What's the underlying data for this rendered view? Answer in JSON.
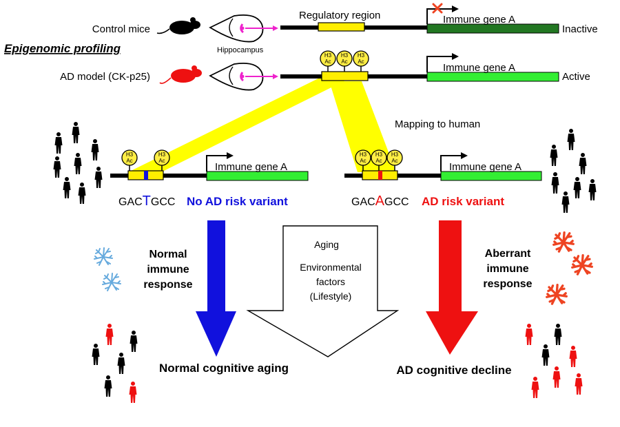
{
  "top": {
    "control_label": "Control mice",
    "section_title": "Epigenomic profiling",
    "ad_model_label": "AD model (CK-p25)",
    "hippocampus_label": "Hippocampus",
    "regulatory_label": "Regulatory region",
    "gene_label_control": "Immune gene A",
    "gene_label_ad": "Immune gene A",
    "status_inactive": "Inactive",
    "status_active": "Active",
    "mapping_label": "Mapping to human",
    "mark_line1": "H3",
    "mark_line2": "Ac"
  },
  "human": {
    "left_gene_label": "Immune gene A",
    "right_gene_label": "Immune gene A",
    "left_seq_prefix": "GAC",
    "left_seq_base": "T",
    "left_seq_suffix": "GCC",
    "right_seq_prefix": "GAC",
    "right_seq_base": "A",
    "right_seq_suffix": "GCC",
    "left_variant_label": "No AD risk variant",
    "right_variant_label": "AD risk variant"
  },
  "outcomes": {
    "normal_response_lines": [
      "Normal",
      "immune",
      "response"
    ],
    "aberrant_response_lines": [
      "Aberrant",
      "immune",
      "response"
    ],
    "middle_lines": [
      "Aging",
      "Environmental",
      "factors",
      "(Lifestyle)"
    ],
    "normal_outcome": "Normal cognitive aging",
    "ad_outcome": "AD cognitive decline"
  },
  "colors": {
    "active_green": "#33ee33",
    "inactive_green": "#227722",
    "regulatory_yellow": "#ffee00",
    "acetyl_mark_yellow": "#ffee44",
    "risk_red": "#ee1111",
    "protective_blue": "#1111dd",
    "mouse_black": "#000000",
    "mouse_red": "#ee1111",
    "hippocampus_magenta": "#ee22cc",
    "microglia_blue": "#66aadd",
    "microglia_red": "#ee4422"
  },
  "icons": [
    "mouse-icon",
    "brain-icon",
    "x-mark-icon",
    "human-figure-icon",
    "microglia-icon",
    "arrow-down-icon"
  ]
}
